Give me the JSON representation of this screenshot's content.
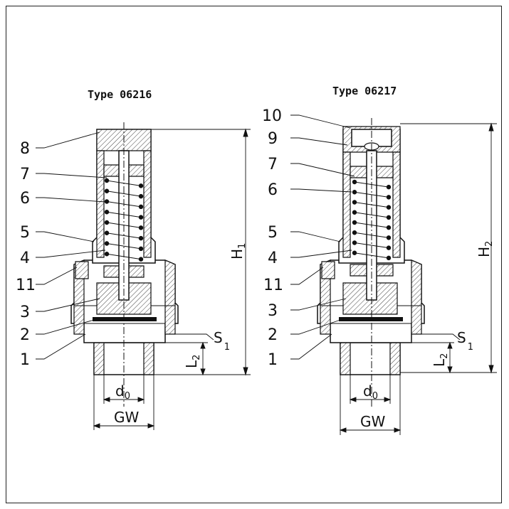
{
  "left": {
    "title": "Type 06216",
    "labels": [
      "8",
      "7",
      "6",
      "5",
      "4",
      "11",
      "3",
      "2",
      "1"
    ],
    "height_label": "H",
    "height_sub": "1"
  },
  "right": {
    "title": "Type 06217",
    "labels": [
      "10",
      "9",
      "7",
      "6",
      "5",
      "4",
      "11",
      "3",
      "2",
      "1"
    ],
    "height_label": "H",
    "height_sub": "2"
  },
  "dims": {
    "s_label": "S",
    "s_sub": "1",
    "l_label": "L",
    "l_sub": "2",
    "d_label": "d",
    "d_sub": "0",
    "gw": "GW"
  }
}
